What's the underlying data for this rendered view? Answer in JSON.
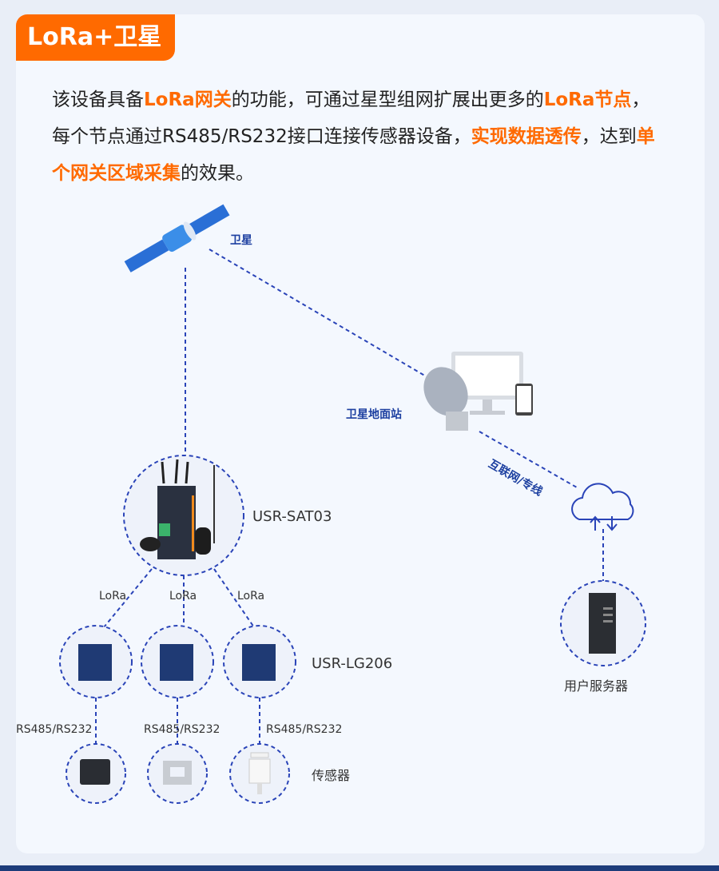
{
  "header": {
    "tag": "LoRa+卫星"
  },
  "description": {
    "segments": [
      {
        "text": "该设备具备",
        "hl": false
      },
      {
        "text": "LoRa网关",
        "hl": true
      },
      {
        "text": "的功能，可通过星型组网扩展出更多的",
        "hl": false
      },
      {
        "text": "LoRa节点",
        "hl": true
      },
      {
        "text": "，每个节点通过RS485/RS232接口连接传感器设备，",
        "hl": false
      },
      {
        "text": "实现数据透传",
        "hl": true
      },
      {
        "text": "，达到",
        "hl": false
      },
      {
        "text": "单个网关区域采集",
        "hl": true
      },
      {
        "text": "的效果。",
        "hl": false
      }
    ]
  },
  "diagram": {
    "satellite": "卫星",
    "ground_station": "卫星地面站",
    "internet": "互联网/专线",
    "gateway": "USR-SAT03",
    "node": "USR-LG206",
    "lora": [
      "LoRa",
      "LoRa",
      "LoRa"
    ],
    "interface": [
      "RS485/RS232",
      "RS485/RS232",
      "RS485/RS232"
    ],
    "sensor": "传感器",
    "server": "用户服务器"
  },
  "colors": {
    "accent": "#ff6a00",
    "line": "#2a44b8"
  }
}
